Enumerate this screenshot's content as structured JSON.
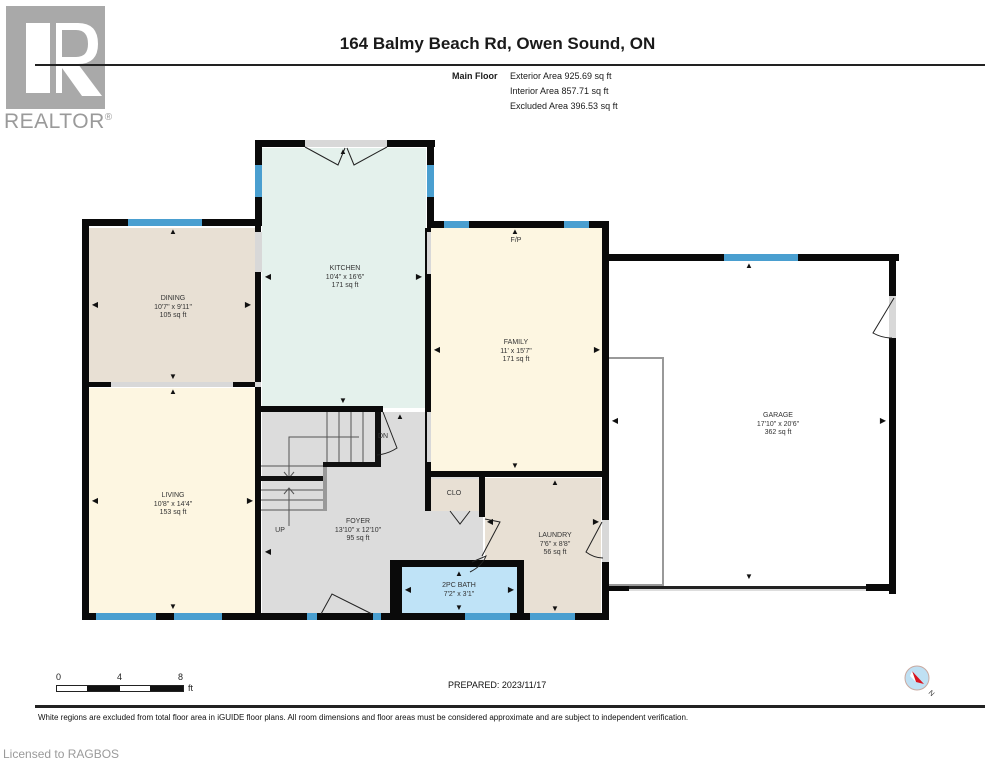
{
  "logo": {
    "brand": "REALTOR",
    "registered": "®"
  },
  "header": {
    "title": "164 Balmy Beach Rd, Owen Sound, ON",
    "floor_label": "Main Floor",
    "exterior_area": "Exterior Area 925.69 sq ft",
    "interior_area": "Interior Area 857.71 sq ft",
    "excluded_area": "Excluded Area 396.53 sq ft"
  },
  "rooms": {
    "dining": {
      "name": "DINING",
      "dims": "10'7\" x 9'11\"",
      "area": "105 sq ft",
      "color": "#e8e0d4"
    },
    "kitchen": {
      "name": "KITCHEN",
      "dims": "10'4\" x 16'6\"",
      "area": "171 sq ft",
      "color": "#e4f1ec"
    },
    "family": {
      "name": "FAMILY",
      "dims": "11' x 15'7\"",
      "area": "171 sq ft",
      "note": "F/P",
      "color": "#fdf6e1"
    },
    "garage": {
      "name": "GARAGE",
      "dims": "17'10\" x 20'6\"",
      "area": "362 sq ft",
      "color": "#ffffff"
    },
    "living": {
      "name": "LIVING",
      "dims": "10'8\" x 14'4\"",
      "area": "153 sq ft",
      "color": "#fdf6e1"
    },
    "foyer": {
      "name": "FOYER",
      "dims": "13'10\" x 12'10\"",
      "area": "95 sq ft",
      "color": "#dcdcdc"
    },
    "closet": {
      "name": "CLO",
      "color": "#e8e0d4"
    },
    "laundry": {
      "name": "LAUNDRY",
      "dims": "7'6\" x 8'8\"",
      "area": "56 sq ft",
      "color": "#e8e0d4"
    },
    "bath": {
      "name": "2PC BATH",
      "dims": "7'2\" x 3'1\"",
      "color": "#bfe3f7"
    }
  },
  "stairs": {
    "up": "UP",
    "down": "DN"
  },
  "scale": {
    "labels": [
      "0",
      "4",
      "8"
    ],
    "unit": "ft"
  },
  "prepared": "PREPARED: 2023/11/17",
  "compass": {
    "label": "N"
  },
  "disclaimer": "White regions are excluded from total floor area in iGUIDE floor plans. All room dimensions and floor areas must be considered approximate and are subject to independent verification.",
  "licensed": "Licensed to RAGBOS"
}
